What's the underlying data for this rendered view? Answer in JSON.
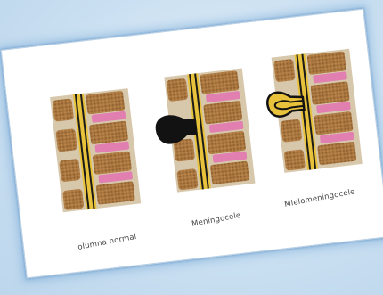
{
  "figure": {
    "labels": {
      "normal": "olumna normal",
      "meningocele": "Meningocele",
      "mielomeningocele": "Mielomeningocele"
    }
  }
}
